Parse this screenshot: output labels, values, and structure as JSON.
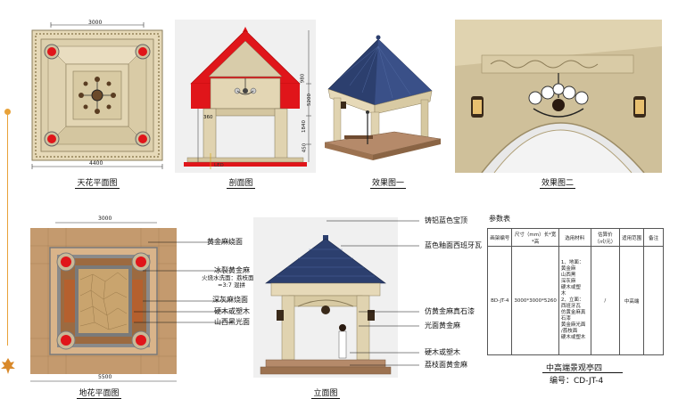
{
  "drawing": {
    "ceiling_plan": {
      "caption": "天花平面图",
      "dim_top": "3000",
      "dim_bottom": "4400"
    },
    "section": {
      "caption": "剖面图",
      "dims": [
        "980",
        "5200",
        "1840",
        "450"
      ],
      "dim_left": "360",
      "led_label": "LED"
    },
    "render1": {
      "caption": "效果图一"
    },
    "render2": {
      "caption": "效果图二"
    },
    "paving_plan": {
      "caption": "地花平面图",
      "dim_top": "3000",
      "dim_bottom": "5500"
    },
    "paving_labels": [
      {
        "text": "黄金麻烧面"
      },
      {
        "text": "冰裂黄金麻"
      },
      {
        "text": "火烧水洗面：荔枝面"
      },
      {
        "text": "=3:7 混拼"
      },
      {
        "text": "深灰麻烧面"
      },
      {
        "text": "硬木或塑木"
      },
      {
        "text": "山西黑光面"
      }
    ],
    "elevation": {
      "caption": "立面图"
    },
    "elevation_labels": [
      {
        "text": "铸铝蓝色宝顶"
      },
      {
        "text": "蓝色釉面西班牙瓦"
      },
      {
        "text": "仿黄金麻真石漆"
      },
      {
        "text": "光面黄金麻"
      },
      {
        "text": "硬木或塑木"
      },
      {
        "text": "荔枝面黄金麻"
      }
    ]
  },
  "params": {
    "title": "参数表",
    "headers": [
      "画架编号",
      "尺寸（mm）长*宽*高",
      "选用材料",
      "估算价（㎡/元）",
      "适用范围",
      "备注"
    ],
    "row": {
      "code": "BD-JT-4",
      "size": "3000*3000*5260",
      "materials": [
        "1、地面：",
        "黄金麻",
        "山西黑",
        "深灰麻",
        "硬木或塑",
        "木",
        "2、立面：",
        "西班牙瓦",
        "仿黄金麻真",
        "石漆",
        "黄金麻光面",
        "/荔枝面",
        "硬木或塑木"
      ],
      "price": "/",
      "scope": "中高端",
      "note": ""
    },
    "footer_title": "中高端景观亭四",
    "footer_code": "编号：CD-JT-4"
  },
  "colors": {
    "accent_orange": "#e8a23a",
    "stone": "#e6d9b8",
    "roof_blue": "#2c3f6e",
    "red": "#e0151a"
  }
}
